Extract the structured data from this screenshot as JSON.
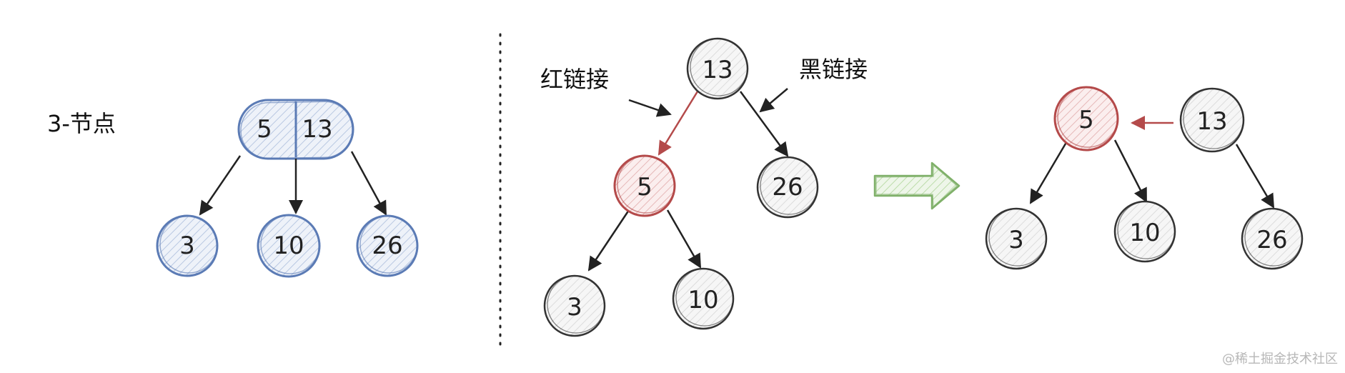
{
  "colors": {
    "blue": "#5b7bb5",
    "blue_fill": "#dfe7f4",
    "red": "#b44a4a",
    "red_fill": "#f5dada",
    "black": "#333333",
    "gray_fill": "#ebebeb",
    "green": "#7fb069"
  },
  "panel_left": {
    "label": "3-节点",
    "pill_keys": [
      "5",
      "13"
    ],
    "children": [
      "3",
      "10",
      "26"
    ]
  },
  "panel_middle": {
    "root": "13",
    "red_child": "5",
    "black_child": "26",
    "grandchildren": [
      "3",
      "10"
    ],
    "red_link_label": "红链接",
    "black_link_label": "黑链接"
  },
  "panel_right": {
    "red_node": "5",
    "black_node": "13",
    "red_children": [
      "3",
      "10"
    ],
    "black_child": "26"
  },
  "transform_arrow": "green-arrow-icon",
  "watermark": "@稀土掘金技术社区"
}
